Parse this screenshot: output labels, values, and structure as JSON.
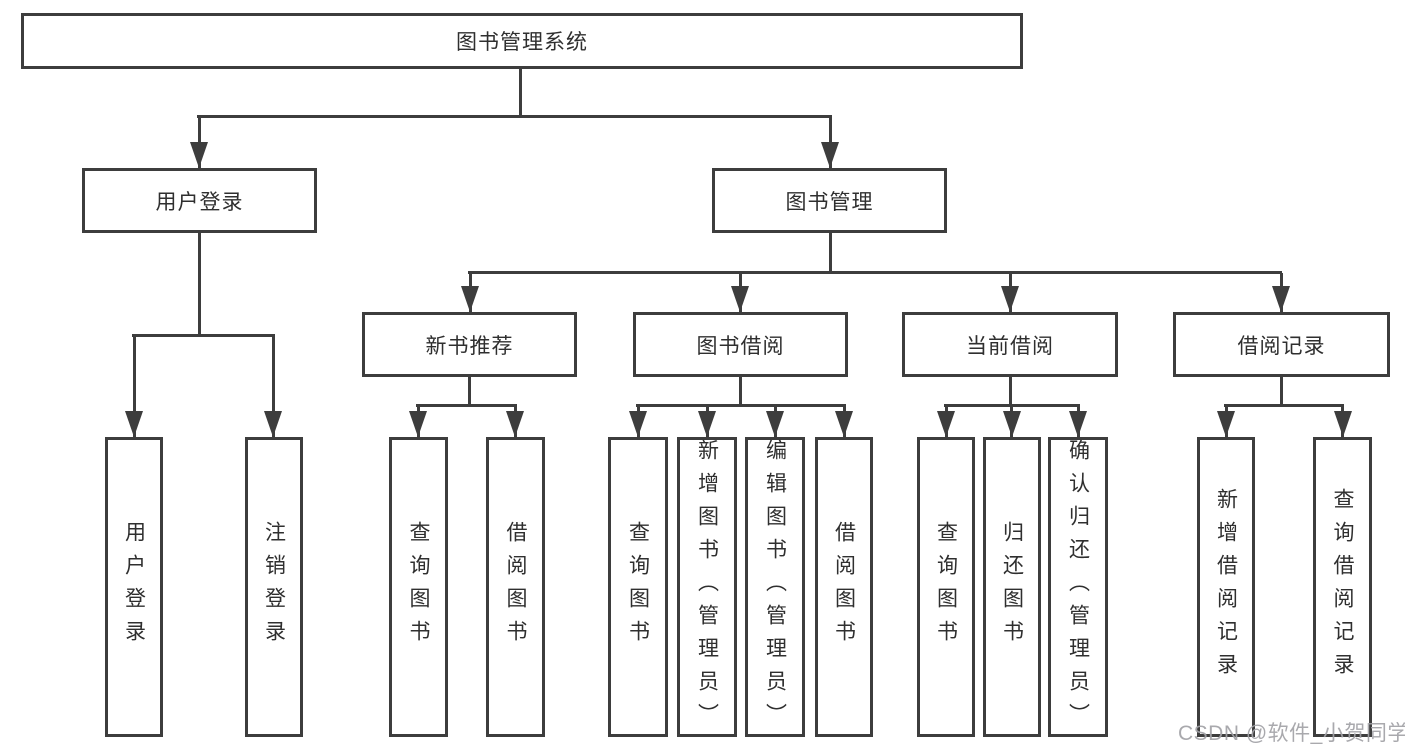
{
  "diagram": {
    "type": "hierarchy-tree",
    "title": "图书管理系统",
    "colors": {
      "line": "#3d3d3d",
      "box_background": "#ffffff",
      "text": "#2f2f2f",
      "watermark": "#a2a2a7"
    }
  },
  "nodes": {
    "root": "图书管理系统",
    "user_login": "用户登录",
    "book_mgmt": "图书管理",
    "new_book_rec": "新书推荐",
    "book_borrow": "图书借阅",
    "current_borrow": "当前借阅",
    "borrow_records": "借阅记录",
    "leaf_login": "用户登录",
    "leaf_logout": "注销登录",
    "rec_query_books": "查询图书",
    "rec_borrow_books": "借阅图书",
    "bb_query_books": "查询图书",
    "bb_add_books_admin": "新增图书（管理员）",
    "bb_edit_books_admin": "编辑图书（管理员）",
    "bb_borrow_books": "借阅图书",
    "cb_query_books": "查询图书",
    "cb_return_books": "归还图书",
    "cb_confirm_return_admin": "确认归还（管理员）",
    "br_add_record": "新增借阅记录",
    "br_query_record": "查询借阅记录"
  },
  "watermark": "CSDN @软件_小贺同学"
}
